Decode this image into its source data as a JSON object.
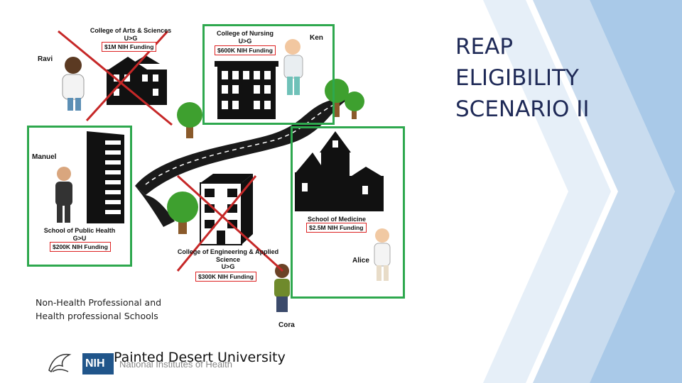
{
  "title": {
    "line1": "REAP",
    "line2": "ELIGIBILITY",
    "line3": "SCENARIO II"
  },
  "schools": {
    "arts": {
      "name_line1": "College of Arts & Sciences",
      "name_line2": "U>G",
      "funding": "$1M NIH Funding"
    },
    "nursing": {
      "name_line1": "College of Nursing",
      "name_line2": "U>G",
      "funding": "$600K NIH Funding"
    },
    "public_health": {
      "name_line1": "School of Public Health",
      "name_line2": "G>U",
      "funding": "$200K NIH Funding"
    },
    "engineering": {
      "name_line1": "College of Engineering & Applied",
      "name_line2": "Science",
      "name_line3": "U>G",
      "funding": "$300K NIH Funding"
    },
    "medicine": {
      "name_line1": "School of Medicine",
      "funding": "$2.5M NIH Funding"
    }
  },
  "people": {
    "ravi": "Ravi",
    "ken": "Ken",
    "manuel": "Manuel",
    "alice": "Alice",
    "cora": "Cora"
  },
  "caption": {
    "line1": "Non-Health Professional and",
    "line2": "Health professional Schools"
  },
  "footer": {
    "nih_badge": "NIH",
    "nih_text": "National Institutes of Health",
    "university": "Painted Desert University"
  },
  "colors": {
    "title": "#1f2a57",
    "eligible_box": "#2ea84e",
    "ineligible_x": "#c62828",
    "chevron_light": "#dde9f5",
    "chevron_mid": "#b9d2ea",
    "chevron_dark": "#9dc0e3"
  },
  "icons": [
    "hhs-eagle-icon",
    "nih-logo-icon",
    "building-icon",
    "tree-icon",
    "road-icon"
  ]
}
